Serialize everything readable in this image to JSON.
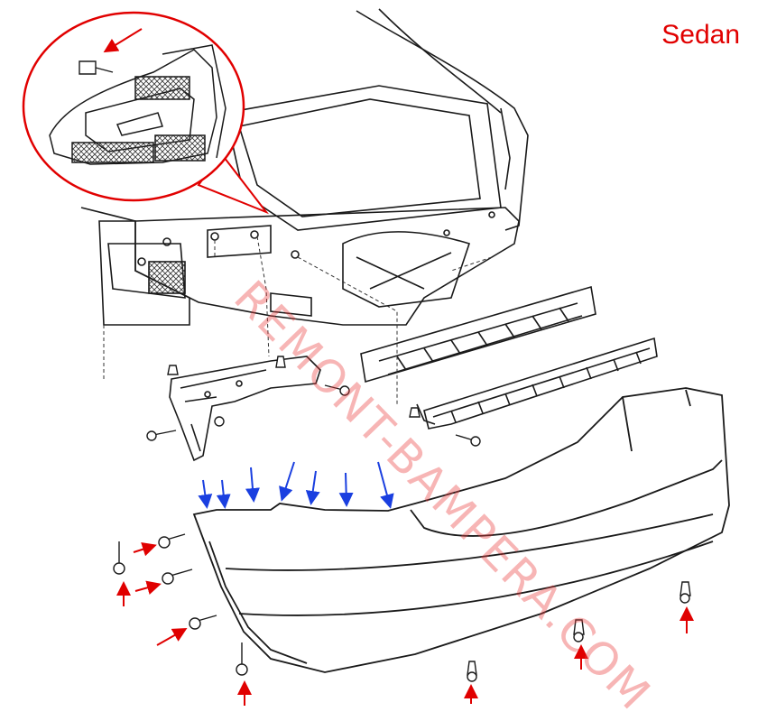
{
  "diagram": {
    "variant_label": "Sedan",
    "watermark_text": "REMONT-BAMPERA.COM",
    "colors": {
      "line": "#1a1a1a",
      "label_red": "#e10000",
      "arrow_red": "#e00000",
      "arrow_blue": "#1a3fe0",
      "watermark": "#eb3c3c"
    },
    "icons": [
      "detail-callout-circle",
      "rear-body-shell",
      "impact-absorber",
      "reinforcement-bar",
      "side-bracket",
      "rear-bumper-cover",
      "screw",
      "clip",
      "arrow"
    ]
  }
}
